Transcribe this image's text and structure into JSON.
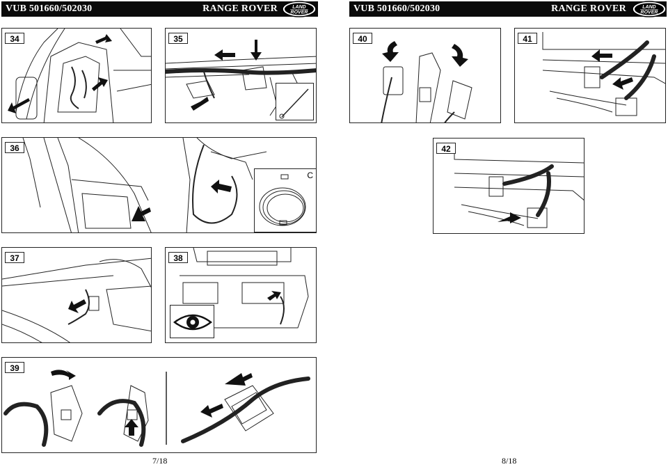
{
  "pages": [
    {
      "header_left": "VUB 501660/502030",
      "header_right": "RANGE ROVER",
      "logo_top": "LAND",
      "logo_bottom": "ROVER",
      "footer": "7/18"
    },
    {
      "header_left": "VUB 501660/502030",
      "header_right": "RANGE ROVER",
      "logo_top": "LAND",
      "logo_bottom": "ROVER",
      "footer": "8/18"
    }
  ],
  "steps": {
    "s34": "34",
    "s35": "35",
    "s36": "36",
    "s37": "37",
    "s38": "38",
    "s39": "39",
    "s40": "40",
    "s41": "41",
    "s42": "42"
  },
  "callout_c": "C",
  "icons": {
    "eye": "eye-icon",
    "cable_tie": "cable-tie-icon",
    "arrow": "movement-arrow-icon"
  }
}
